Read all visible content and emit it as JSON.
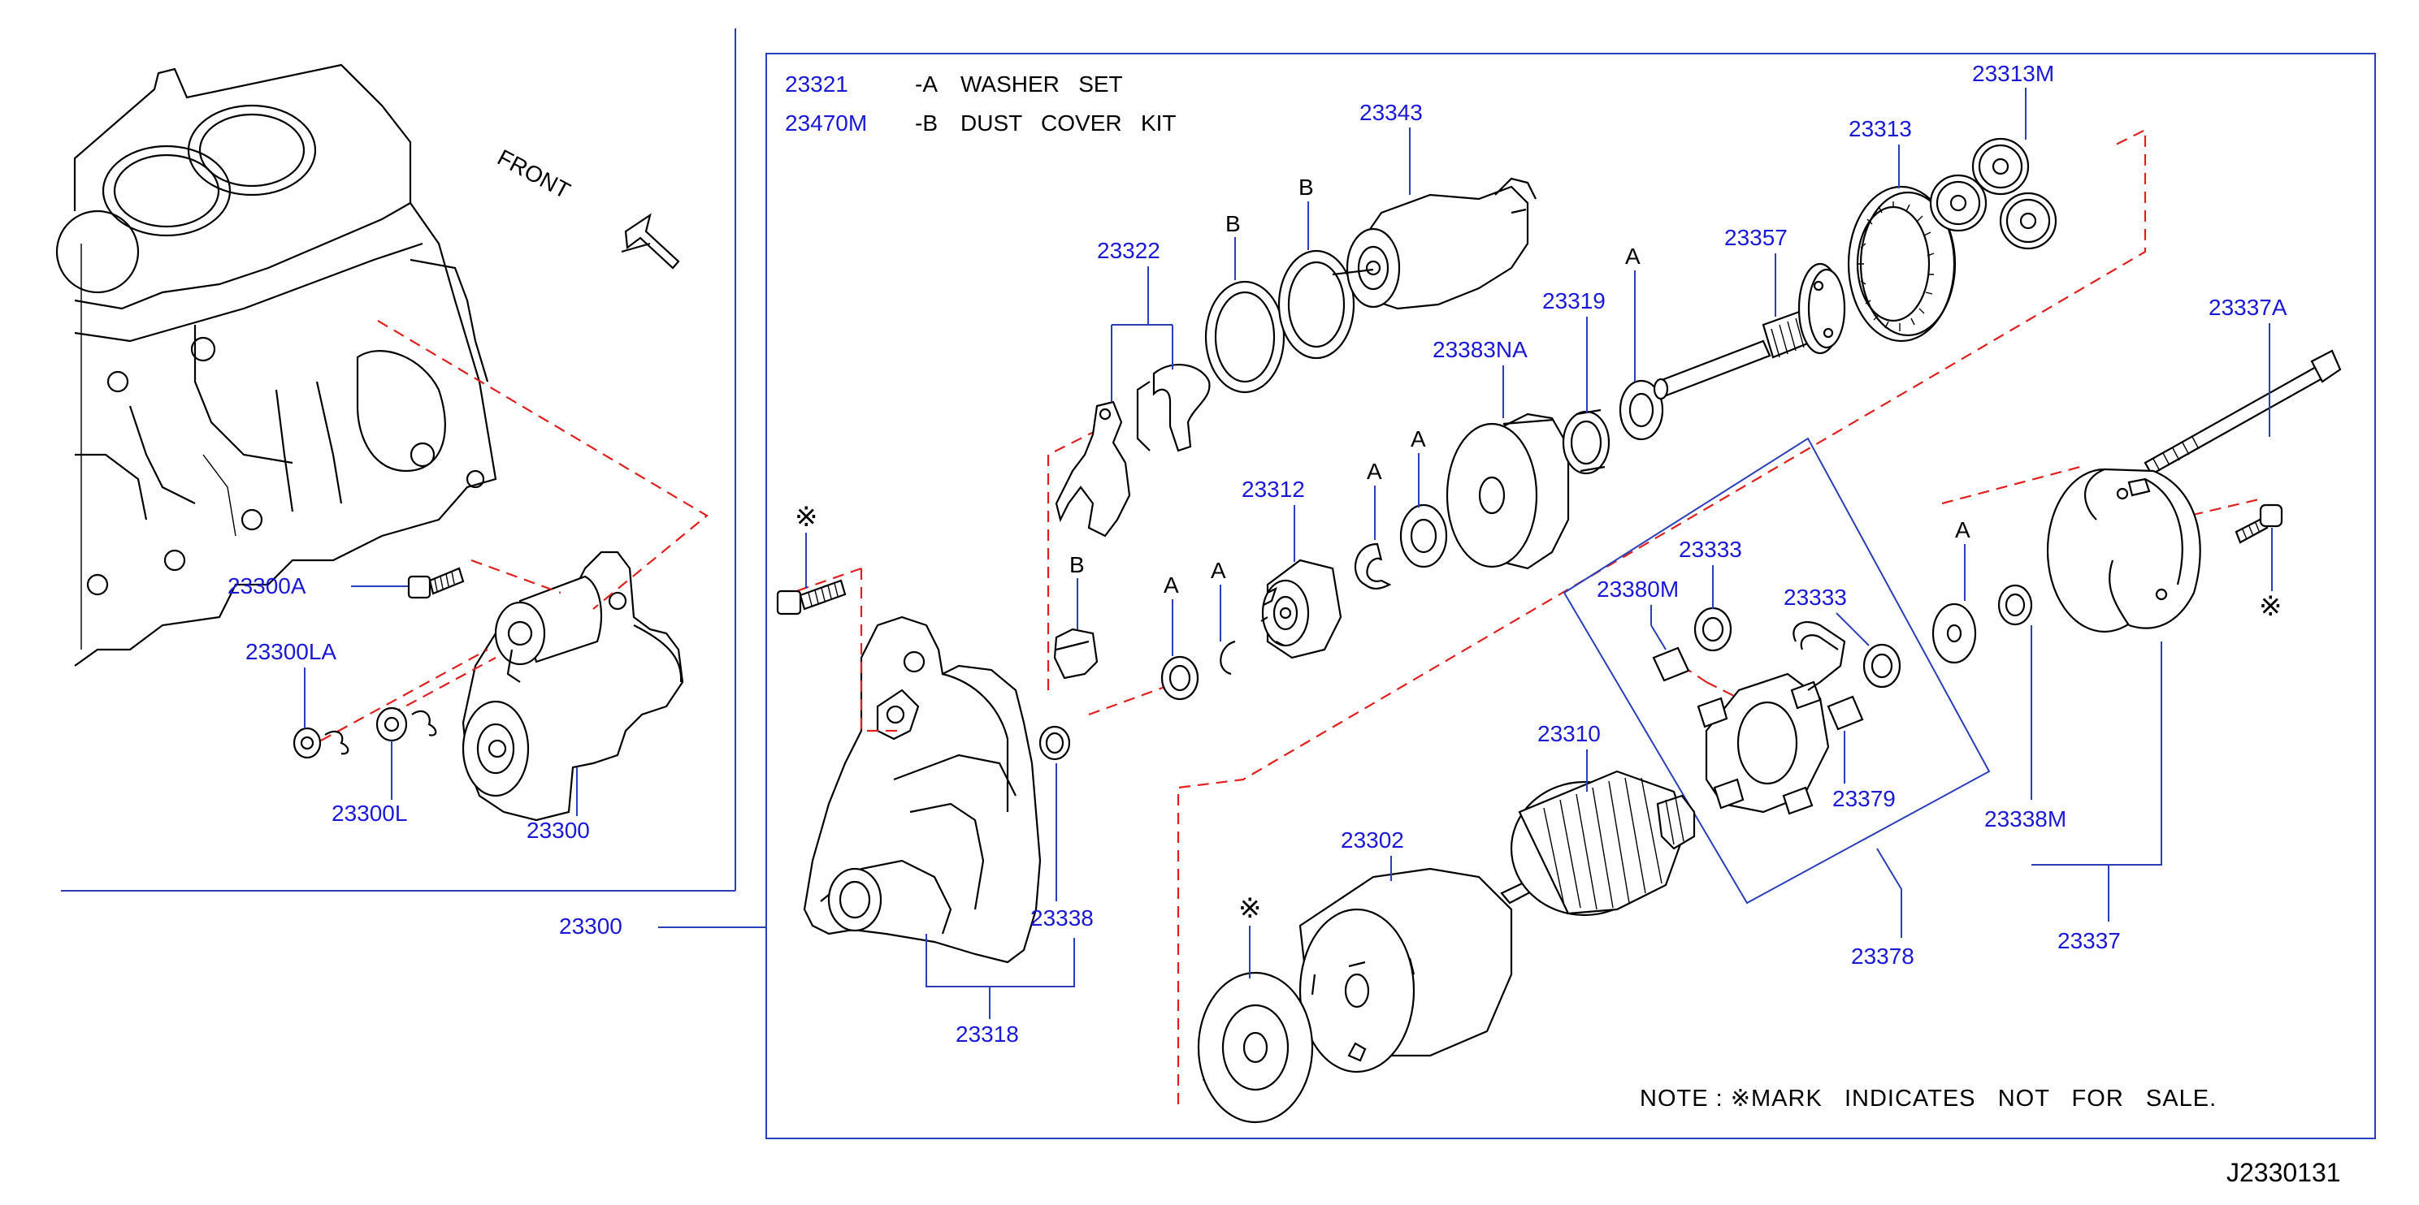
{
  "legend": [
    {
      "part": "23321",
      "code": "-A",
      "desc": "WASHER   SET"
    },
    {
      "part": "23470M",
      "code": "-B",
      "desc": "DUST   COVER   KIT"
    }
  ],
  "front_label": "FRONT",
  "note": "NOTE : ※MARK   INDICATES   NOT   FOR   SALE.",
  "diagram_id": "J2330131",
  "symbols": {
    "not_for_sale": "※",
    "washer": "A",
    "dust_cover": "B"
  },
  "colors": {
    "part_number": "#1a1ad6",
    "leader": "#2a3fb8",
    "dashed_path": "#e0201e"
  },
  "callouts": {
    "p23343": "23343",
    "p23322": "23322",
    "p23313": "23313",
    "p23313M": "23313M",
    "p23357": "23357",
    "p23319": "23319",
    "p23383NA": "23383NA",
    "p23312": "23312",
    "p23337A": "23337A",
    "p23333a": "23333",
    "p23333b": "23333",
    "p23380M": "23380M",
    "p23379": "23379",
    "p23310": "23310",
    "p23302": "23302",
    "p23338": "23338",
    "p23318": "23318",
    "p23300": "23300",
    "p23300_inset": "23300",
    "p23300A": "23300A",
    "p23300LA": "23300LA",
    "p23300L": "23300L",
    "p23338M": "23338M",
    "p23337": "23337",
    "p23378": "23378"
  }
}
